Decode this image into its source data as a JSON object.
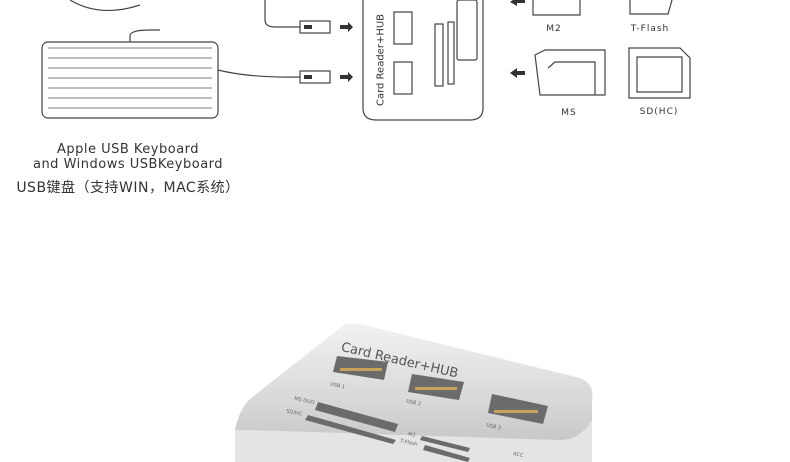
{
  "device_label": "Card Reader+HUB",
  "cards": {
    "m2": "M2",
    "tflash": "T-Flash",
    "ms": "MS",
    "sd": "SD(HC)"
  },
  "keyboard_caption": {
    "line1": "Apple USB Keyboard",
    "line2": "and Windows USBKeyboard",
    "line3": "USB键盘（支持WIN，MAC系统）"
  },
  "photo": {
    "title": "Card Reader+HUB",
    "ports": [
      "USB 1",
      "USB 2",
      "USB 3"
    ],
    "slots": [
      "MS DUO",
      "SD/HC",
      "M2",
      "T-Flash",
      "ACC"
    ]
  }
}
